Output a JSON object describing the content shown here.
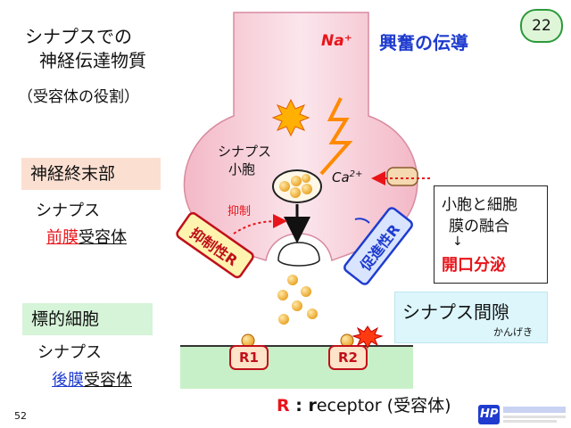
{
  "title_line1": "シナプスでの",
  "title_line2": "神経伝達物質",
  "subtitle": "（受容体の役割）",
  "page_badge": "22",
  "excitation": "興奮の伝導",
  "na_label": "Na⁺",
  "presynaptic": {
    "box": "神経終末部",
    "line1": "シナプス",
    "prefix": "前膜",
    "suffix": "受容体"
  },
  "postsynaptic": {
    "box": "標的細胞",
    "line1": "シナプス",
    "prefix": "後膜",
    "suffix": "受容体"
  },
  "vesicle_line1": "シナプス",
  "vesicle_line2": "小胞",
  "ca_label": "Ca",
  "ca_sup": "2+",
  "inhibit_small": "抑制",
  "inhibitory_r": "抑制性R",
  "facilitatory_r": "促進性R",
  "fusion": {
    "line1": "小胞と細胞",
    "line2": "膜の融合",
    "arrow": "↓",
    "line3": "開口分泌"
  },
  "cleft": {
    "main": "シナプス間隙",
    "reading": "かんげき"
  },
  "receptor1": "R1",
  "receptor2": "R2",
  "caption": {
    "r": "R",
    "colon": " : ",
    "r2": "r",
    "rest": "eceptor (受容体)"
  },
  "page_number": "52",
  "logo_text": "HP",
  "colors": {
    "axon_pink": "#f6c8d3",
    "membrane_green": "#c8f0c8",
    "vesicle": "#f0c040",
    "red": "#e8141a",
    "blue": "#1f3ccf"
  }
}
